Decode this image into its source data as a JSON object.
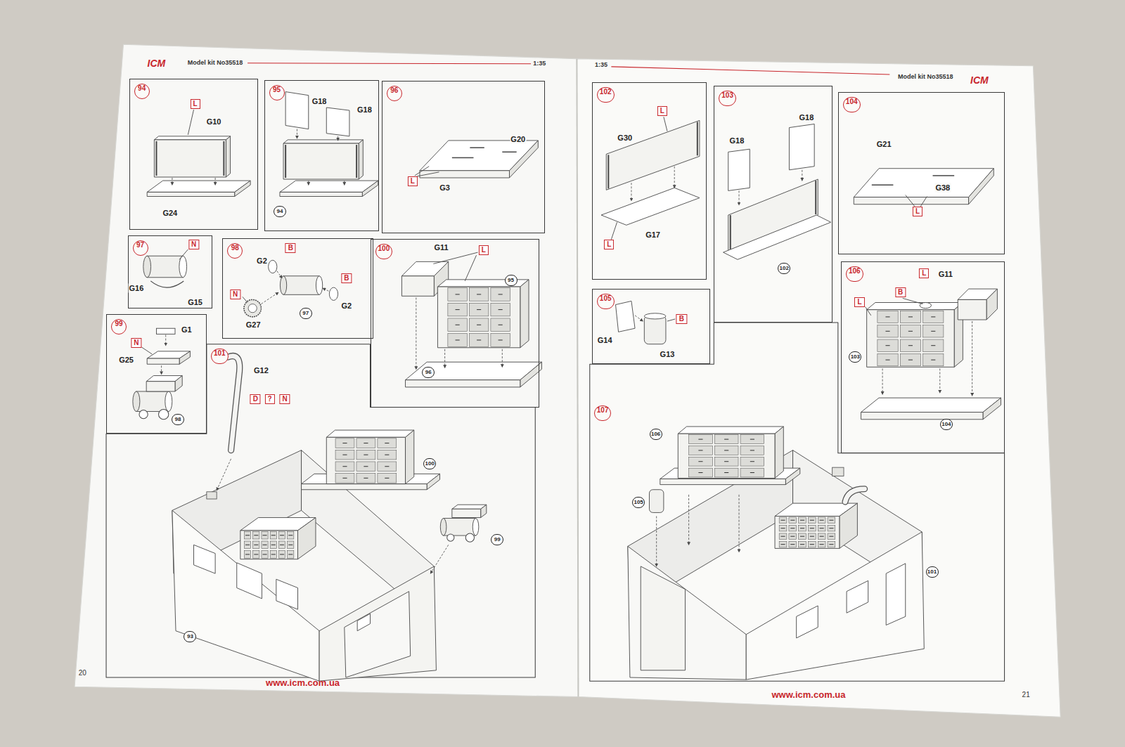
{
  "diagram": {
    "nodes": [
      {
        "text": [
          "94"
        ]
      },
      {
        "text": [
          "95"
        ]
      },
      {
        "text": [
          "96"
        ]
      },
      {
        "text": [
          "97"
        ]
      },
      {
        "text": [
          "98"
        ]
      },
      {
        "text": [
          "99"
        ]
      },
      {
        "text": [
          "100"
        ]
      },
      {
        "text": [
          "101"
        ]
      },
      {
        "text": [
          "102"
        ]
      },
      {
        "text": [
          "103"
        ]
      },
      {
        "text": [
          "104"
        ]
      },
      {
        "text": [
          "105"
        ]
      },
      {
        "text": [
          "106"
        ]
      },
      {
        "text": [
          "107"
        ]
      }
    ],
    "labels": [
      "ICM",
      "Model kit No35518",
      "1:35",
      "www.icm.com.ua",
      "20",
      "L",
      "G10",
      "G24",
      "G18",
      "G18",
      "94",
      "G20",
      "L",
      "G3",
      "N",
      "G16",
      "G15",
      "B",
      "G2",
      "B",
      "N",
      "G27",
      "97",
      "G2",
      "G1",
      "N",
      "G25",
      "98",
      "G11",
      "L",
      "95",
      "96",
      "G12",
      "D",
      "?",
      "N",
      "100",
      "99",
      "93",
      "1:35",
      "Model kit No35518",
      "ICM",
      "www.icm.com.ua",
      "21",
      "L",
      "G30",
      "L",
      "G17",
      "G18",
      "G18",
      "102",
      "G21",
      "G38",
      "L",
      "B",
      "G14",
      "G13",
      "L",
      "G11",
      "L",
      "B",
      "103",
      "104",
      "106",
      "105",
      "101"
    ]
  }
}
